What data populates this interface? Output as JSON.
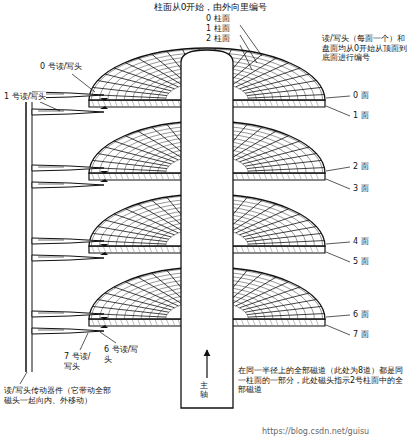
{
  "diagram": {
    "title": "柱面从0开始，由外向里编号",
    "labels": [
      "0 柱面",
      "1 柱面",
      "2 柱面",
      "读/写头（每面一个）和盘面均从0开始从顶面到底面进行编号",
      "0 号读/写头",
      "1 号读/写头",
      "0 面",
      "1 面",
      "2 面",
      "3 面",
      "4 面",
      "5 面",
      "6 面",
      "7 面",
      "7 号读/写头",
      "6 号读/写头",
      "读/写头传动器件（它带动全部磁头一起向内、外移动）",
      "主轴",
      "在同一半径上的全部磁道（此处为8道）都是同一柱面的一部分，此处磁头指示2号柱面中的全部磁道",
      "https://blog.csdn.net/guisu"
    ]
  }
}
